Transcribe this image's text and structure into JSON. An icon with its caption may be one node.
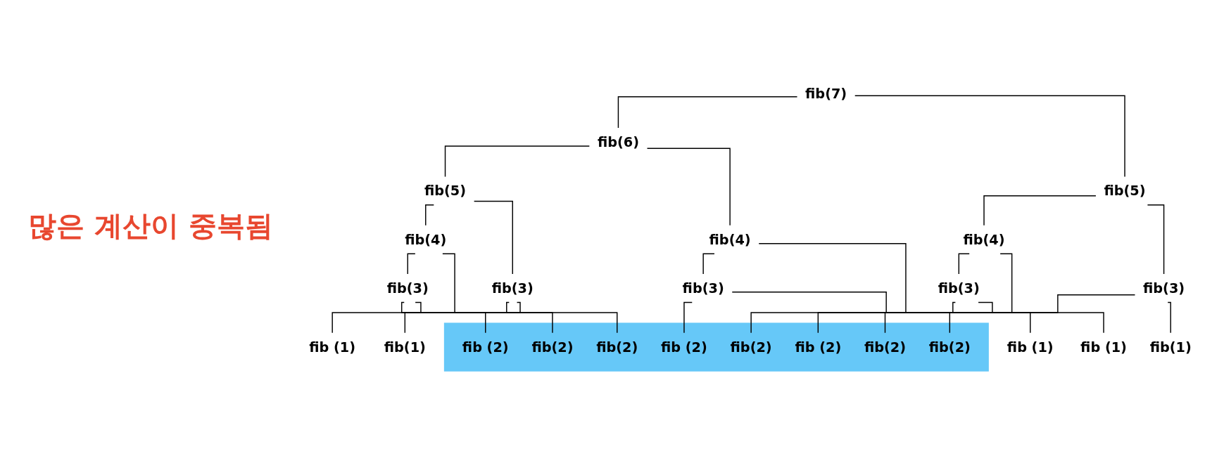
{
  "diagram": {
    "nodes": [
      {
        "text": [
          "fib(7)"
        ]
      },
      {
        "text": [
          "fib(6)"
        ]
      },
      {
        "text": [
          "fib(5)"
        ]
      },
      {
        "text": [
          "fib(5)"
        ]
      },
      {
        "text": [
          "fib(4)"
        ]
      },
      {
        "text": [
          "fib(4)"
        ]
      },
      {
        "text": [
          "fib(4)"
        ]
      },
      {
        "text": [
          "fib(3)"
        ]
      },
      {
        "text": [
          "fib(3)"
        ]
      },
      {
        "text": [
          "fib(3)"
        ]
      },
      {
        "text": [
          "fib(3)"
        ]
      },
      {
        "text": [
          "fib(3)"
        ]
      },
      {
        "text": [],
        "shape": "band"
      },
      {
        "text": [
          "fib (2)"
        ],
        "in": 12
      },
      {
        "text": [
          "fib(2)"
        ],
        "in": 12
      },
      {
        "text": [
          "fib(2)"
        ],
        "in": 12
      },
      {
        "text": [
          "fib (2)"
        ],
        "in": 12
      },
      {
        "text": [
          "fib(2)"
        ],
        "in": 12
      },
      {
        "text": [
          "fib (2)"
        ],
        "in": 12
      },
      {
        "text": [
          "fib(2)"
        ],
        "in": 12
      },
      {
        "text": [
          "fib(2)"
        ],
        "in": 12
      },
      {
        "text": [
          "fib (1)"
        ]
      },
      {
        "text": [
          "fib(1)"
        ]
      },
      {
        "text": [
          "fib (1)"
        ]
      },
      {
        "text": [
          "fib (1)"
        ]
      },
      {
        "text": [
          "fib(1)"
        ]
      }
    ],
    "edges": [
      {
        "from": 0,
        "to": 1,
        "arrow": "none"
      },
      {
        "from": 0,
        "to": 3,
        "arrow": "none"
      },
      {
        "from": 1,
        "to": 2,
        "arrow": "none"
      },
      {
        "from": 1,
        "to": 5,
        "arrow": "none"
      },
      {
        "from": 2,
        "to": 4,
        "arrow": "none"
      },
      {
        "from": 2,
        "to": 8,
        "arrow": "none"
      },
      {
        "from": 3,
        "to": 6,
        "arrow": "none"
      },
      {
        "from": 3,
        "to": 11,
        "arrow": "none"
      },
      {
        "from": 4,
        "to": 7,
        "arrow": "none"
      },
      {
        "from": 4,
        "to": 14,
        "arrow": "none"
      },
      {
        "from": 5,
        "to": 9,
        "arrow": "none"
      },
      {
        "from": 5,
        "to": 17,
        "arrow": "none"
      },
      {
        "from": 6,
        "to": 10,
        "arrow": "none"
      },
      {
        "from": 6,
        "to": 19,
        "arrow": "none"
      },
      {
        "from": 7,
        "to": 13,
        "arrow": "none"
      },
      {
        "from": 7,
        "to": 21,
        "arrow": "none"
      },
      {
        "from": 8,
        "to": 15,
        "arrow": "none"
      },
      {
        "from": 8,
        "to": 22,
        "arrow": "none"
      },
      {
        "from": 9,
        "to": 16,
        "arrow": "none"
      },
      {
        "from": 9,
        "to": 23,
        "arrow": "none"
      },
      {
        "from": 10,
        "to": 18,
        "arrow": "none"
      },
      {
        "from": 10,
        "to": 24,
        "arrow": "none"
      },
      {
        "from": 11,
        "to": 20,
        "arrow": "none"
      },
      {
        "from": 11,
        "to": 25,
        "arrow": "none"
      }
    ],
    "labels": [
      "많은 계산이 중복됨"
    ]
  }
}
